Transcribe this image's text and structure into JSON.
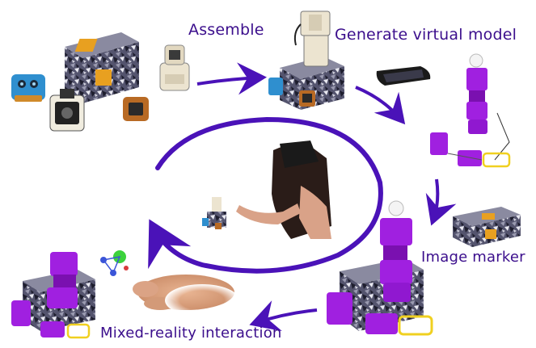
{
  "labels": {
    "assemble": "Assemble",
    "generate": "Generate virtual model",
    "marker": "Image marker",
    "mixed": "Mixed-reality interaction"
  },
  "colors": {
    "arrow": "#4a12b8",
    "label": "#3b0e8c",
    "virtual_block": "#a020e0",
    "virtual_block_dark": "#7a10b0",
    "marker_pattern": "#3a3a55",
    "yellow_outline": "#f0d020",
    "blue_module": "#3aa0d8",
    "orange_module": "#c07020",
    "beige_module": "#e8e0cc"
  },
  "icons": {
    "cycle": "circular-arrow",
    "headset": "ar-headset",
    "hand": "pinching-hand"
  }
}
